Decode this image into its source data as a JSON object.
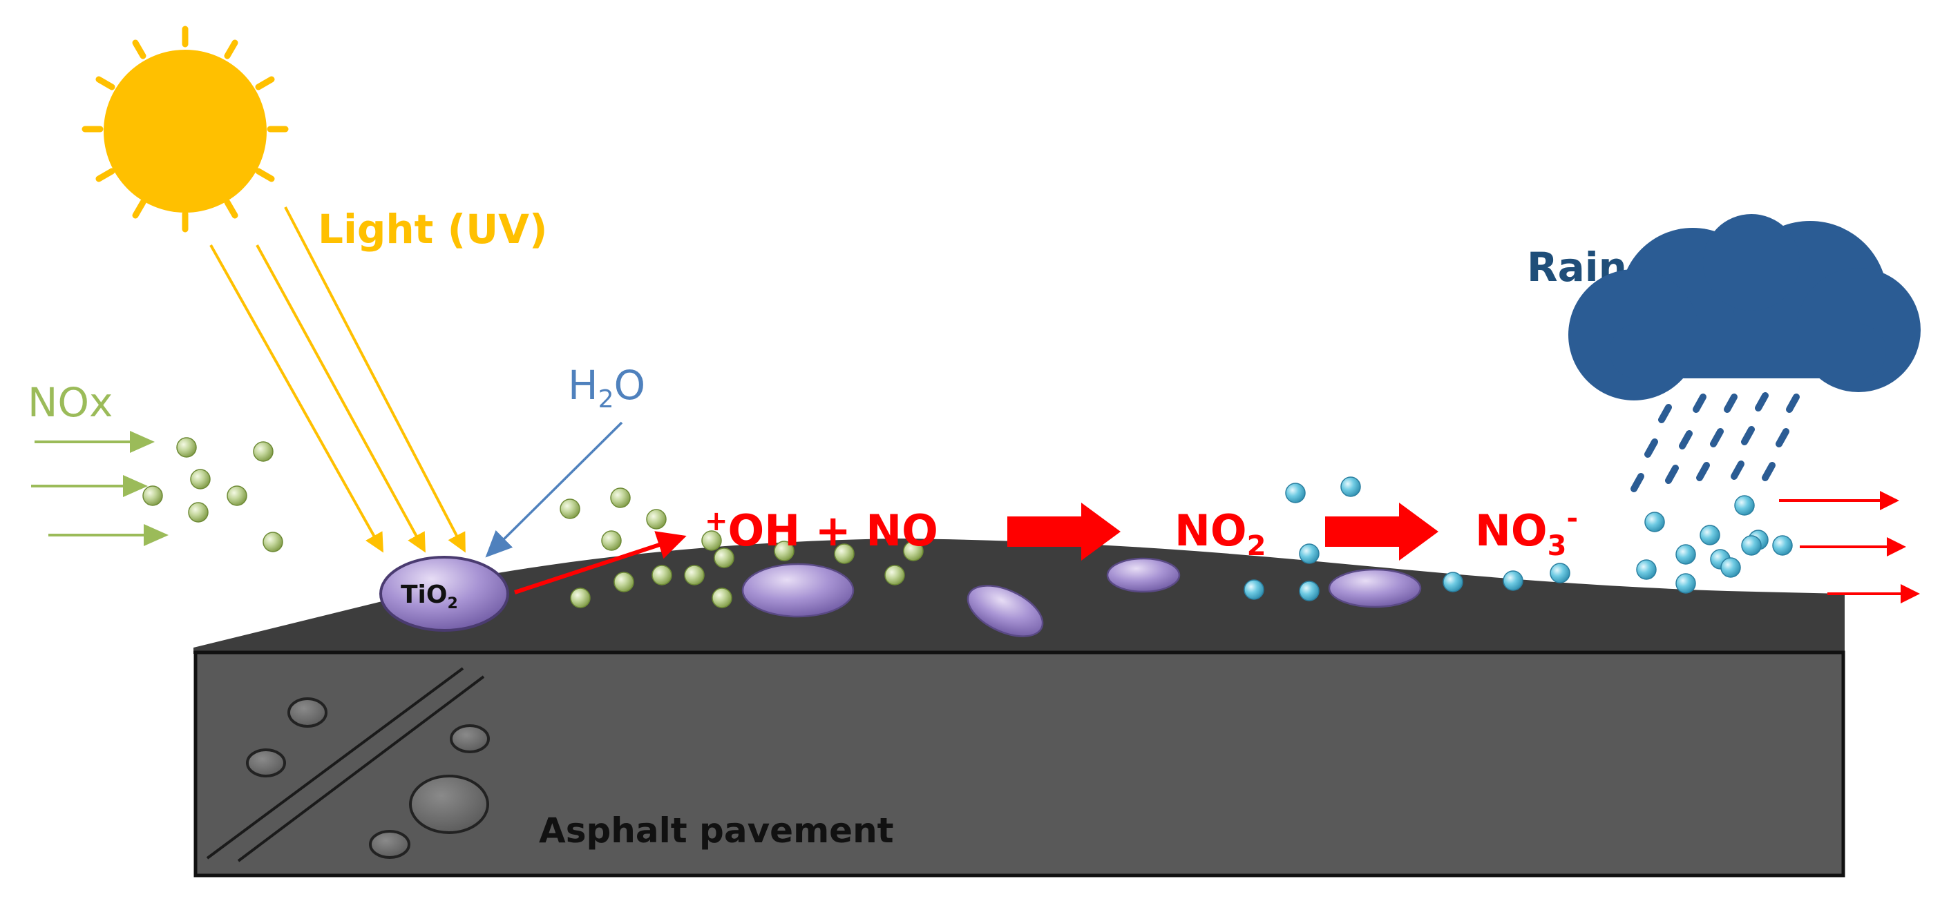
{
  "labels": {
    "light": "Light (UV)",
    "nox": "NOx",
    "h2o_main": "H",
    "h2o_sub": "2",
    "h2o_tail": "O",
    "rain": "Rain",
    "tio2_main": "TiO",
    "tio2_sub": "2",
    "oh_sup": "+",
    "oh_main": "OH + NO",
    "no2_main": "NO",
    "no2_sub": "2",
    "no3_main": "NO",
    "no3_sub": "3",
    "no3_sup": "-",
    "pavement": "Asphalt pavement"
  },
  "colors": {
    "sun": "#FFC000",
    "light_text": "#FFC000",
    "nox": "#9BBB59",
    "nox_particle": "#C3D69B",
    "h2o": "#4F81BD",
    "rain": "#1F4E79",
    "cloud": "#2B5C94",
    "reaction": "#FF0000",
    "tio2": "#B19CD9",
    "surface": "#404040",
    "pavement_body": "#595959",
    "no3_particle": "#5BC0DE"
  },
  "icons": [
    "sun-icon",
    "cloud-icon",
    "rain-drops-icon"
  ]
}
